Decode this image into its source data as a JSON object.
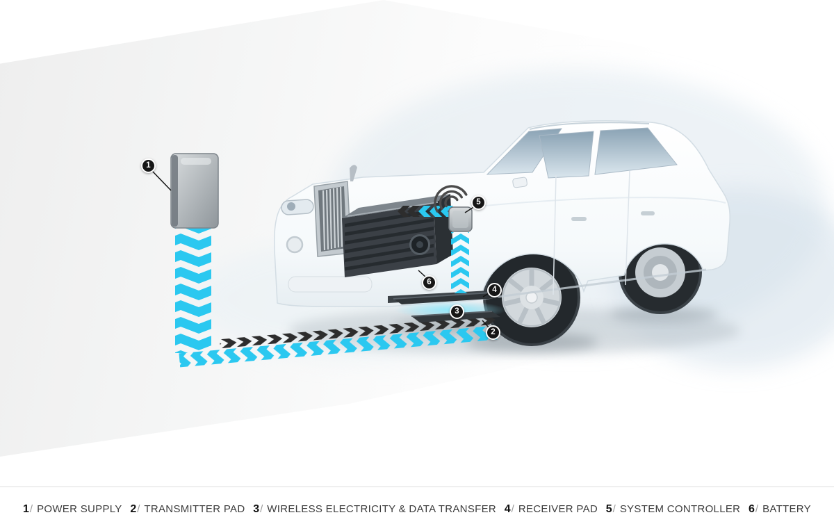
{
  "legend": {
    "separator": "/",
    "items": [
      {
        "num": "1",
        "label": "POWER SUPPLY"
      },
      {
        "num": "2",
        "label": "TRANSMITTER PAD"
      },
      {
        "num": "3",
        "label": "WIRELESS ELECTRICITY & DATA TRANSFER"
      },
      {
        "num": "4",
        "label": "RECEIVER PAD"
      },
      {
        "num": "5",
        "label": "SYSTEM CONTROLLER"
      },
      {
        "num": "6",
        "label": "BATTERY"
      }
    ]
  },
  "markers": {
    "power_supply": "1",
    "transmitter_pad": "2",
    "wireless_transfer": "3",
    "receiver_pad": "4",
    "system_controller": "5",
    "battery": "6"
  },
  "colors": {
    "flow_cyan": "#2bc8f0",
    "flow_dark": "#2d2d2d",
    "badge_bg": "#161616",
    "legend_number": "#111111",
    "legend_label": "#3c3c3c"
  }
}
